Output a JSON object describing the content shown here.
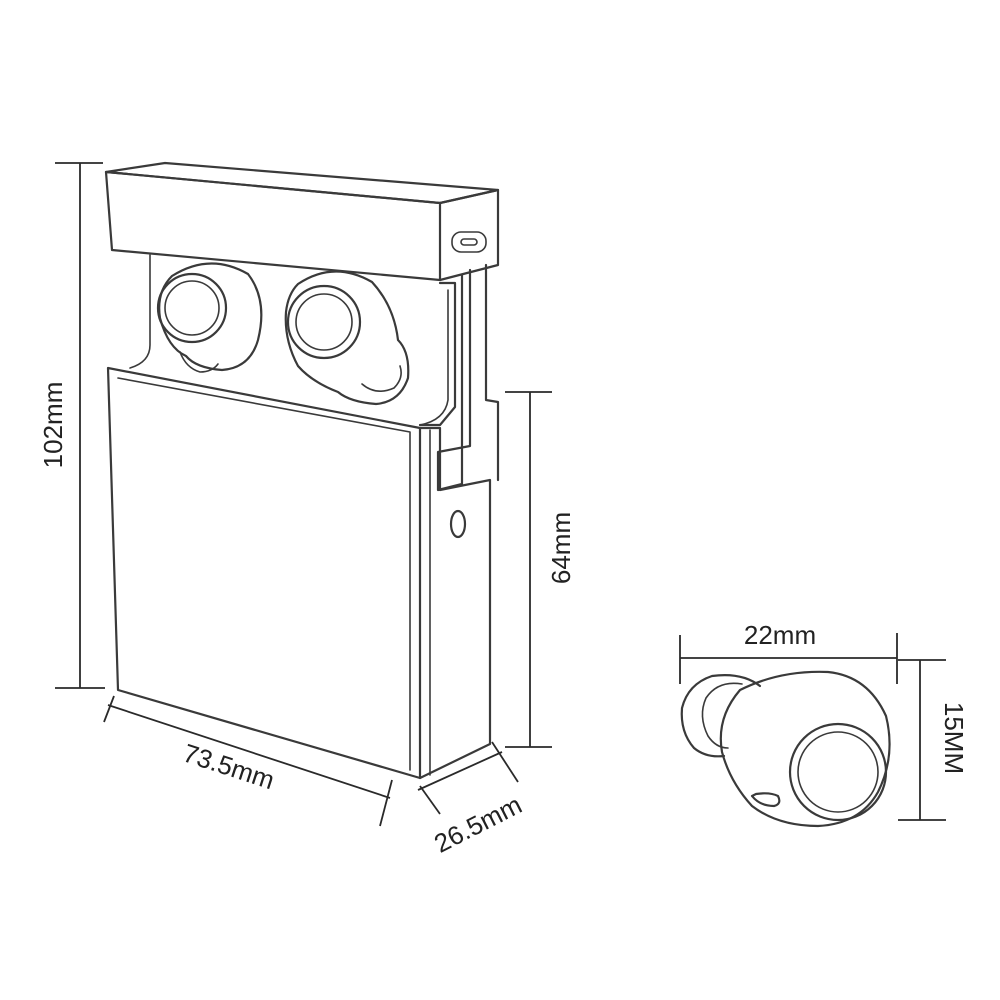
{
  "dimensions": {
    "case_height": "102mm",
    "case_width": "73.5mm",
    "case_depth": "26.5mm",
    "cradle_height": "64mm",
    "earbud_width": "22mm",
    "earbud_height": "15MM"
  }
}
